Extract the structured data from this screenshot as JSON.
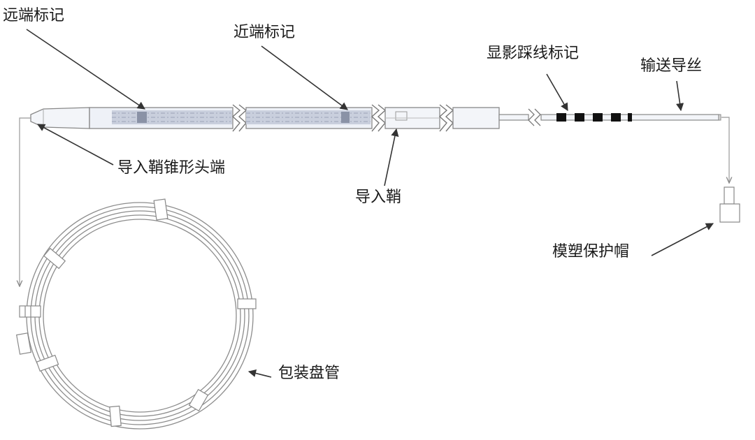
{
  "labels": {
    "distal_marker": "远端标记",
    "proximal_marker": "近端标记",
    "radiopaque_marker": "显影踩线标记",
    "guidewire": "输送导丝",
    "sheath_tip": "导入鞘锥形头端",
    "sheath": "导入鞘",
    "protective_cap": "模塑保护帽",
    "packaging_coil": "包装盘管"
  },
  "colors": {
    "line": "#333333",
    "outline": "#888888",
    "fill": "#eef1f7",
    "stripe": "#9aa3b8",
    "marker": "#111111"
  }
}
